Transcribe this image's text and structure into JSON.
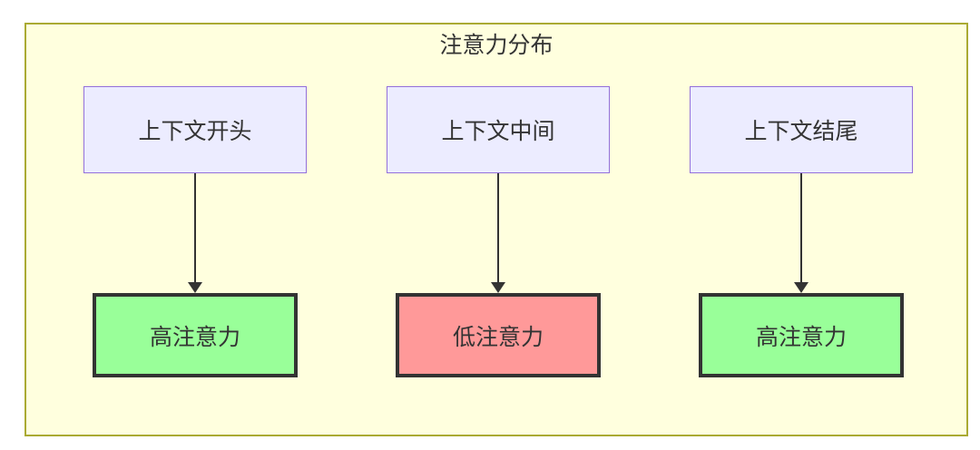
{
  "diagram": {
    "title": "注意力分布",
    "columns": [
      {
        "source": "上下文开头",
        "target": "高注意力",
        "level": "high"
      },
      {
        "source": "上下文中间",
        "target": "低注意力",
        "level": "low"
      },
      {
        "source": "上下文结尾",
        "target": "高注意力",
        "level": "high"
      }
    ],
    "colors": {
      "container_fill": "#ffffde",
      "container_border": "#aaaa33",
      "top_node_fill": "#ececff",
      "top_node_border": "#9370db",
      "high_fill": "#99ff99",
      "low_fill": "#ff9999",
      "node_dark_border": "#333333",
      "arrow": "#333333",
      "text": "#333333"
    }
  }
}
